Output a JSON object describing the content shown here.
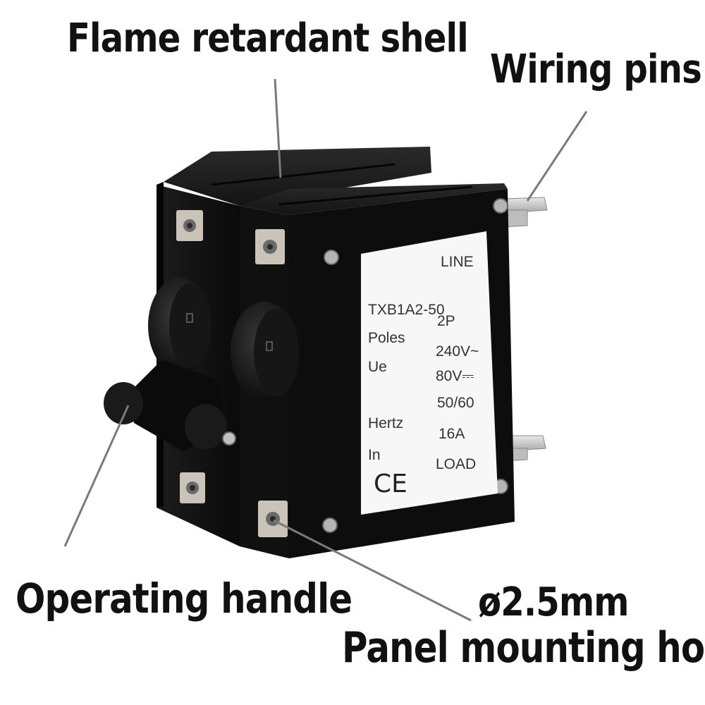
{
  "callouts": {
    "shell": "Flame retardant shell",
    "pins": "Wiring pins",
    "handle": "Operating handle",
    "hole_size": "ø2.5mm",
    "hole_desc": "Panel mounting hole"
  },
  "label": {
    "line": "LINE",
    "model": "TXB1A2-50",
    "poles_key": "Poles",
    "poles_val": "2P",
    "ue_key": "Ue",
    "ue_ac": "240V~",
    "ue_dc": "80V⎓",
    "hertz_key": "Hertz",
    "hertz_val": "50/60",
    "in_key": "In",
    "in_val": "16A",
    "ce": "CE",
    "load": "LOAD"
  },
  "colors": {
    "background": "#ffffff",
    "body": "#0d0d0d",
    "label": "#f7f7f7",
    "text": "#111111",
    "leader": "#7a7a7a",
    "metal": "#c9c3b8"
  }
}
